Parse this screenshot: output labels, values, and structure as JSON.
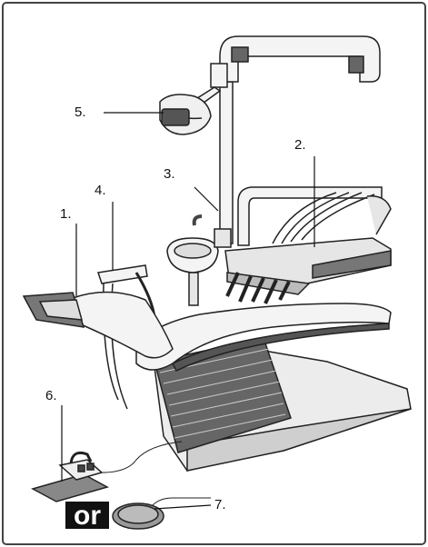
{
  "callouts": {
    "c1": "1.",
    "c2": "2.",
    "c3": "3.",
    "c4": "4.",
    "c5": "5.",
    "c6": "6.",
    "c7": "7."
  },
  "or_badge": "or",
  "colors": {
    "outline": "#222222",
    "base_dark": "#5a5a5a",
    "light_fill": "#e8e8e8",
    "badge": "#111111"
  }
}
